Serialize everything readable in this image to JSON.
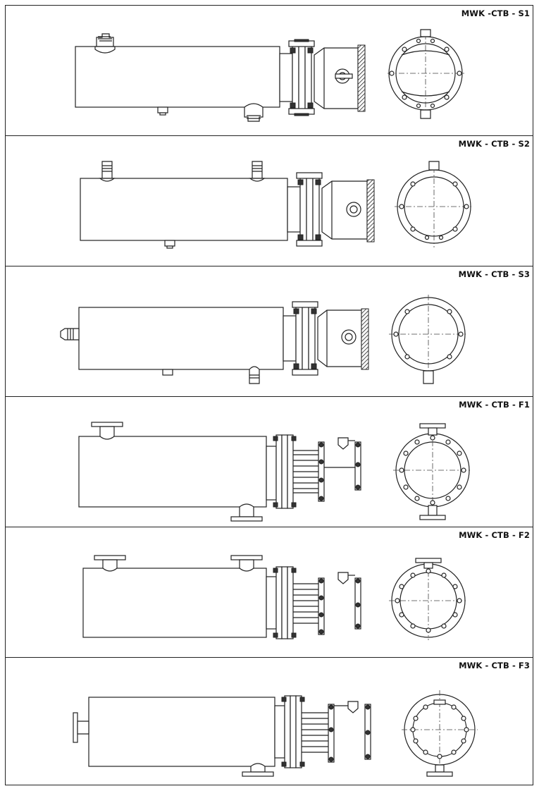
{
  "panels": [
    {
      "id": "s1",
      "label": "MWK -CTB - S1"
    },
    {
      "id": "s2",
      "label": "MWK - CTB - S2"
    },
    {
      "id": "s3",
      "label": "MWK - CTB - S3"
    },
    {
      "id": "f1",
      "label": "MWK - CTB - F1"
    },
    {
      "id": "f2",
      "label": "MWK - CTB - F2"
    },
    {
      "id": "f3",
      "label": "MWK - CTB - F3"
    }
  ]
}
